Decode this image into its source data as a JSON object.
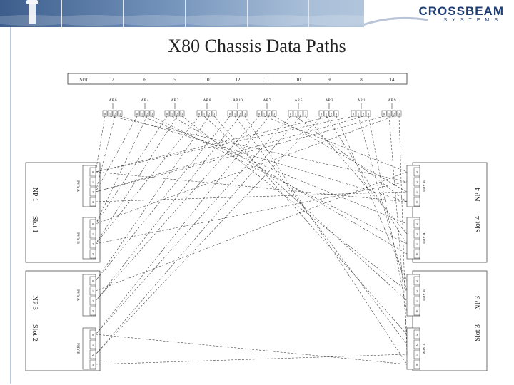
{
  "slide": {
    "title": "X80 Chassis Data Paths",
    "brand": {
      "name": "CROSSBEAM",
      "tagline": "SYSTEMS",
      "color": "#1e3d73"
    }
  },
  "slot_row": {
    "label": "Slot",
    "slots": [
      "7",
      "6",
      "5",
      "10",
      "12",
      "11",
      "10",
      "9",
      "8",
      "14"
    ]
  },
  "ap_modules": [
    "AP 6",
    "AP 4",
    "AP 2",
    "AP 8",
    "AP 10",
    "AP 7",
    "AP 5",
    "AP 3",
    "AP 1",
    "AP 9"
  ],
  "ports": [
    "0",
    "1",
    "2",
    "3"
  ],
  "side_cards": {
    "left_top": {
      "name": "NP 1",
      "slot": "Slot 1"
    },
    "left_bottom": {
      "name": "NP 3",
      "slot": "Slot 2"
    },
    "right_top": {
      "name": "NP 4",
      "slot": "Slot 4"
    },
    "right_bottom": {
      "name": "NP 3",
      "slot": "Slot 3"
    }
  },
  "switch_blocks": {
    "left": [
      {
        "label": "PHY A",
        "ports": [
          "0",
          "1",
          "2",
          "3"
        ]
      },
      {
        "label": "PHY B",
        "ports": [
          "0",
          "1",
          "2",
          "3"
        ]
      },
      {
        "label": "PHY A",
        "ports": [
          "0",
          "1",
          "2",
          "3"
        ]
      },
      {
        "label": "PHY B",
        "ports": [
          "0",
          "1",
          "2",
          "3"
        ]
      }
    ],
    "right": [
      {
        "label": "PHY B",
        "ports": [
          "3",
          "2",
          "1",
          "0"
        ]
      },
      {
        "label": "PHY A",
        "ports": [
          "3",
          "2",
          "1",
          "0"
        ]
      },
      {
        "label": "PHY B",
        "ports": [
          "3",
          "2",
          "1",
          "0"
        ]
      },
      {
        "label": "PHY A",
        "ports": [
          "3",
          "2",
          "1",
          "0"
        ]
      }
    ]
  }
}
